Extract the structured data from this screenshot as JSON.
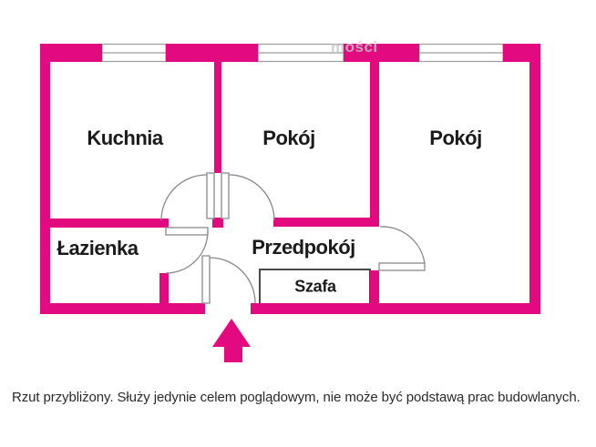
{
  "floor_plan": {
    "rooms": {
      "kuchnia": "Kuchnia",
      "pokoj_middle": "Pokój",
      "pokoj_right": "Pokój",
      "lazienka": "Łazienka",
      "przedpokoj": "Przedpokój",
      "szafa": "Szafa"
    },
    "watermark": "mości",
    "icons": {
      "entrance_arrow": "up-arrow-entrance-indicator"
    },
    "colors": {
      "wall": "#E3097E",
      "door_line": "#8a8a8a",
      "window_line": "#9a9a9a",
      "closet_border": "#4a4a4a",
      "label": "#1b1b1b"
    }
  },
  "caption": "Rzut przybliżony. Służy jedynie celem poglądowym, nie może być podstawą prac budowlanych."
}
